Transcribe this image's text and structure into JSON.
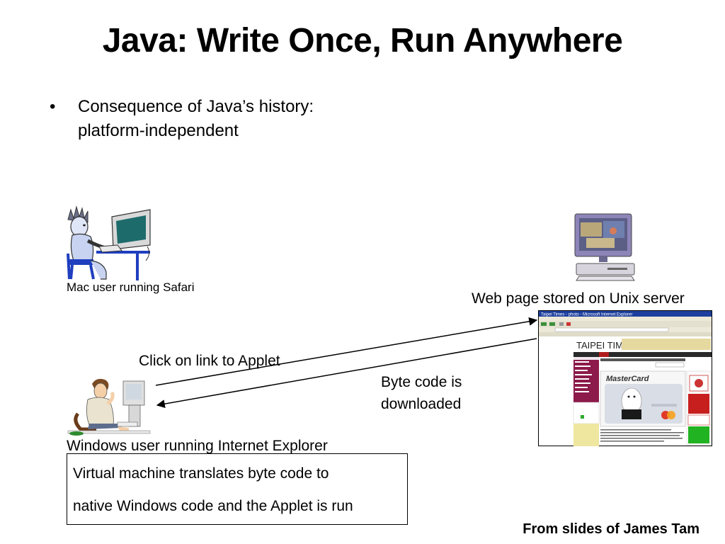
{
  "slide": {
    "title": "Java: Write Once, Run Anywhere",
    "bullet": {
      "marker": "•",
      "text_line1": "Consequence of Java’s history:",
      "text_line2": "platform-independent"
    },
    "mac_label": "Mac user running Safari",
    "server_label": "Web page stored on Unix server",
    "click_label": "Click on link to Applet",
    "bytecode_label_line1": "Byte code is",
    "bytecode_label_line2": "downloaded",
    "windows_label": "Windows user running Internet Explorer",
    "callout_line1": "Virtual machine translates byte code to",
    "callout_line2": "native Windows code and the Applet is run",
    "credit": "From slides of James Tam"
  },
  "browser_screenshot": {
    "window_title": "Taipei Times - photo - Microsoft Internet Explorer",
    "logo": "TAIPEI TIMES",
    "card_brand": "MasterCard"
  },
  "icons": [
    "mac-user-illustration",
    "unix-workstation-illustration",
    "windows-user-illustration",
    "browser-screenshot"
  ]
}
